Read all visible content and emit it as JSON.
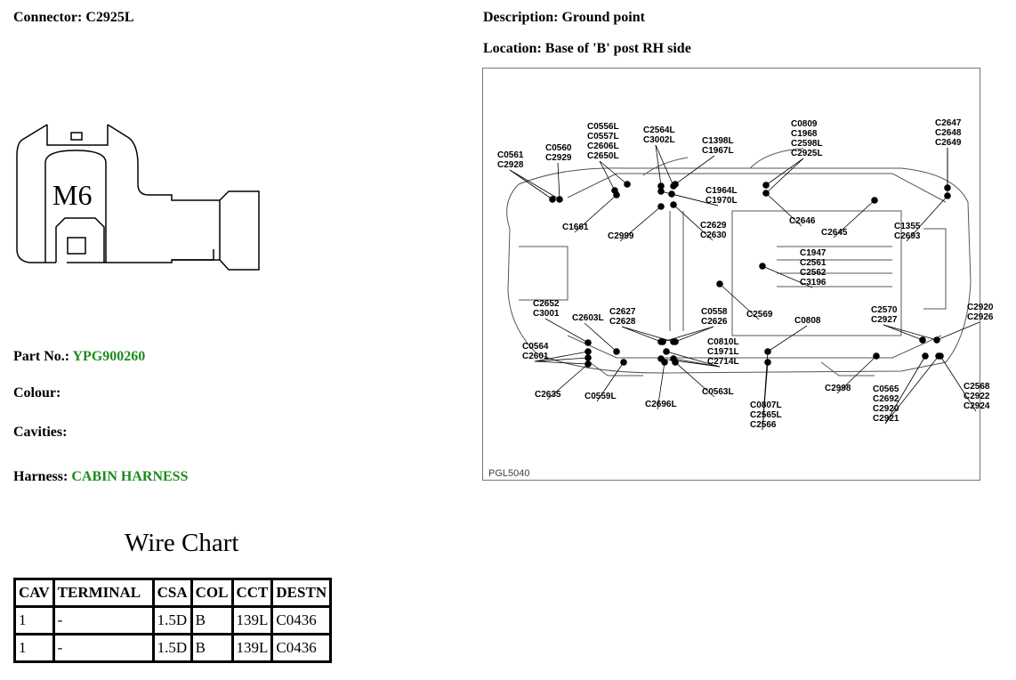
{
  "connector": {
    "label": "Connector:",
    "value": "C2925L"
  },
  "description": {
    "label": "Description:",
    "value": "Ground point"
  },
  "location": {
    "label": "Location:",
    "value": "Base of 'B' post RH side"
  },
  "connector_face_label": "M6",
  "part_no": {
    "label": "Part No.:",
    "value": "YPG900260"
  },
  "colour": {
    "label": "Colour:",
    "value": ""
  },
  "cavities": {
    "label": "Cavities:",
    "value": ""
  },
  "harness": {
    "label": "Harness:",
    "value": "CABIN HARNESS"
  },
  "wire_chart": {
    "title": "Wire Chart",
    "headers": [
      "CAV",
      "TERMINAL",
      "CSA",
      "COL",
      "CCT",
      "DESTN"
    ],
    "rows": [
      [
        "1",
        "-",
        "1.5D",
        "B",
        "139L",
        "C0436"
      ],
      [
        "1",
        "-",
        "1.5D",
        "B",
        "139L",
        "C0436"
      ]
    ]
  },
  "location_diagram": {
    "figure_id": "PGL5040",
    "labels": [
      "C0561\nC2928",
      "C0560\nC2929",
      "C0556L\nC0557L\nC2606L\nC2650L",
      "C2564L\nC3002L",
      "C1398L\nC1967L",
      "C0809\nC1968\nC2598L\nC2925L",
      "C2647\nC2648\nC2649",
      "C1964L\nC1970L",
      "C1661",
      "C2999",
      "C2629\nC2630",
      "C2646",
      "C2645",
      "C1355\nC2693",
      "C1947\nC2561\nC2562\nC3196",
      "C2569",
      "C2652\nC3001",
      "C2603L",
      "C2627\nC2628",
      "C0558\nC2626",
      "C0808",
      "C2570\nC2927",
      "C2920\nC2926",
      "C0564\nC2601",
      "C0810L\nC1971L\nC2714L",
      "C2635",
      "C0559L",
      "C2696L",
      "C0563L",
      "C0807L\nC2565L\nC2566",
      "C2998",
      "C0565\nC2692\nC2920\nC2921",
      "C2568\nC2922\nC2924"
    ]
  }
}
